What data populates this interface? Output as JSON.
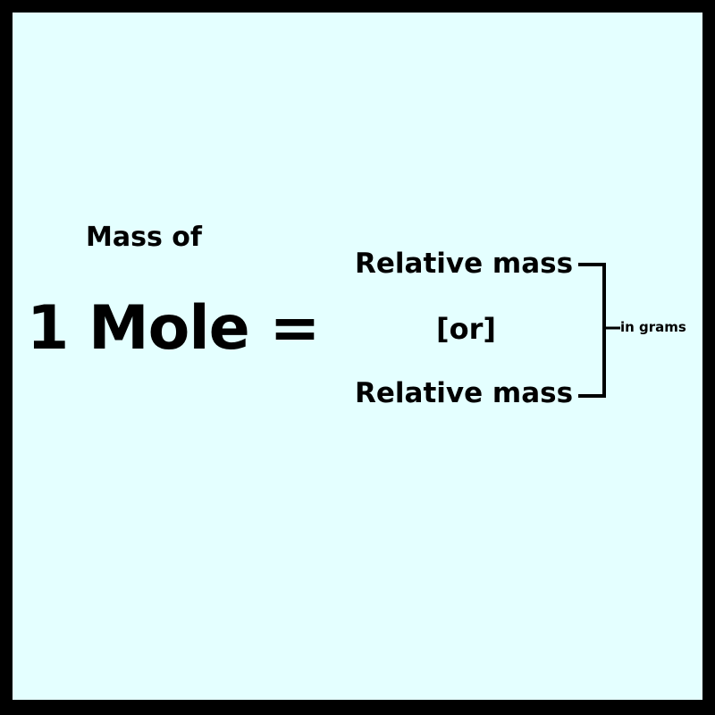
{
  "diagram": {
    "top_label": "Mass of",
    "main_label": "1 Mole =",
    "option_top": "Relative mass",
    "separator": "[or]",
    "option_bottom": "Relative mass",
    "unit_label": "in grams"
  },
  "colors": {
    "background": "#e4ffff",
    "border": "#000000",
    "text": "#000000"
  }
}
